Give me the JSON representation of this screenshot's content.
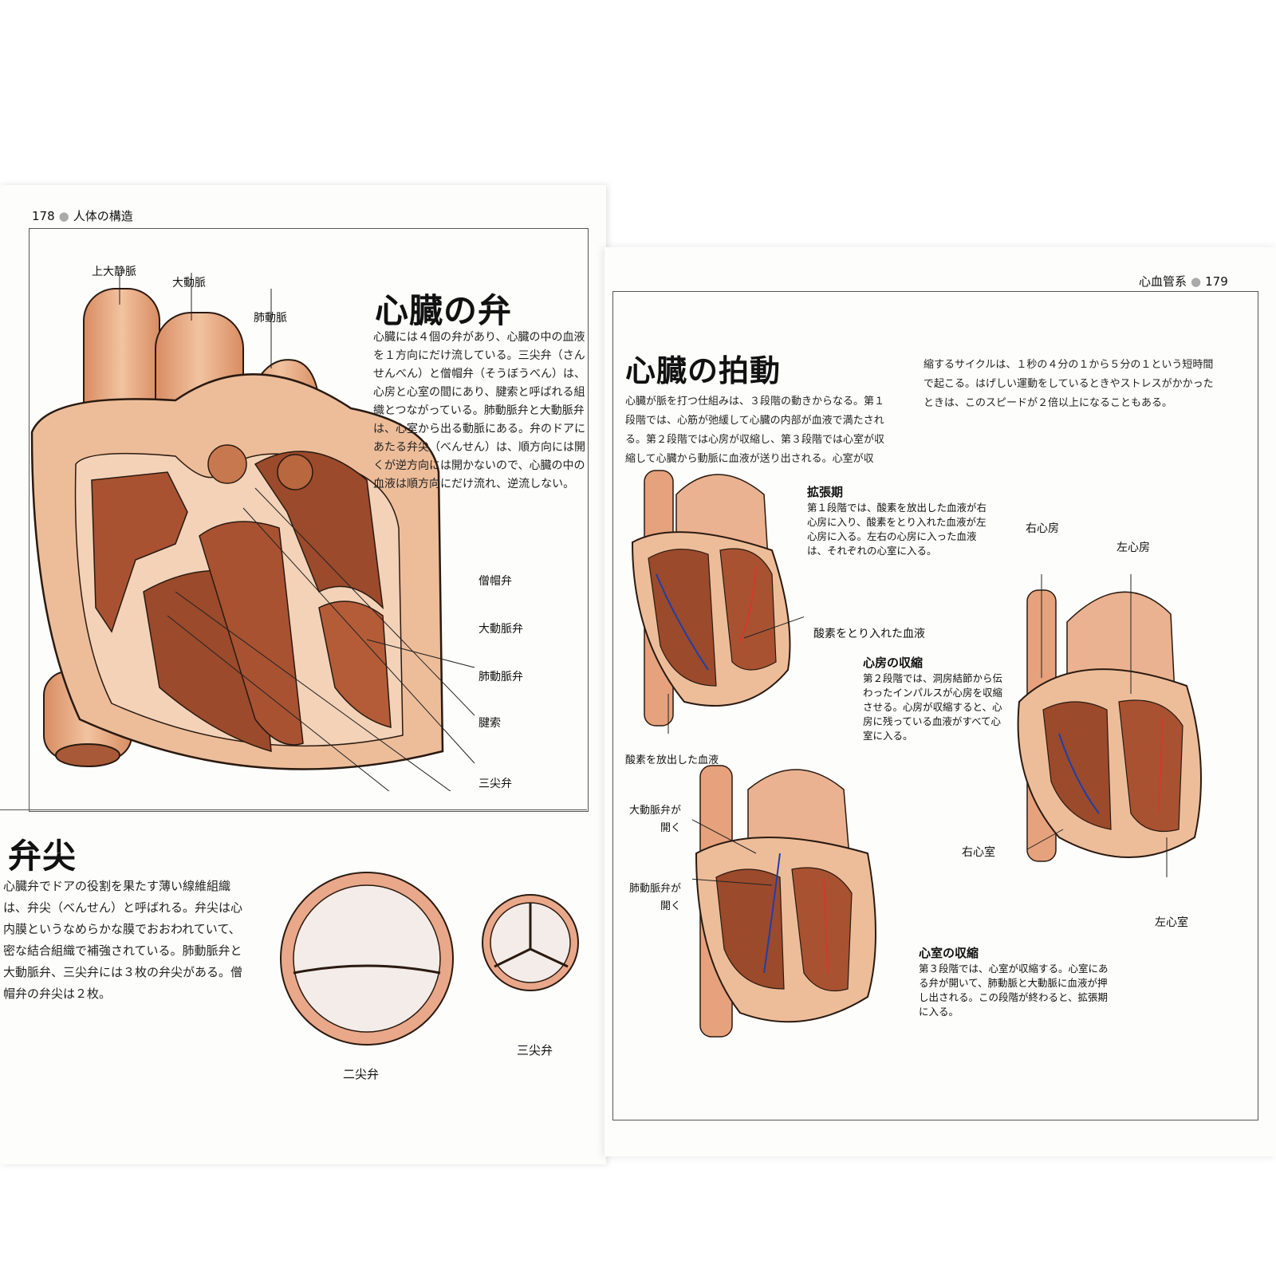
{
  "left": {
    "running_head": {
      "page": "178",
      "section": "人体の構造"
    },
    "valves": {
      "title": "心臓の弁",
      "body": "心臓には４個の弁があり、心臓の中の血液を１方向にだけ流している。三尖弁（さんせんべん）と僧帽弁（そうぼうべん）は、心房と心室の間にあり、腱索と呼ばれる組織とつながっている。肺動脈弁と大動脈弁は、心室から出る動脈にある。弁のドアにあたる弁尖（べんせん）は、順方向には開くが逆方向には開かないので、心臓の中の血液は順方向にだけ流れ、逆流しない。"
    },
    "heart_labels": [
      "上大静脈",
      "大動脈",
      "肺動脈",
      "僧帽弁",
      "大動脈弁",
      "肺動脈弁",
      "腱索",
      "三尖弁"
    ],
    "cusps": {
      "title": "弁尖",
      "body": "心臓弁でドアの役割を果たす薄い線維組織は、弁尖（べんせん）と呼ばれる。弁尖は心内膜というなめらかな膜でおおわれていて、密な結合組織で補強されている。肺動脈弁と大動脈弁、三尖弁には３枚の弁尖がある。僧帽弁の弁尖は２枚。",
      "label_bicuspid": "二尖弁",
      "label_tricuspid": "三尖弁"
    }
  },
  "right": {
    "running_head": {
      "section": "心血管系",
      "page": "179"
    },
    "heartbeat": {
      "title": "心臓の拍動",
      "body_col1": "心臓が脈を打つ仕組みは、３段階の動きからなる。第１段階では、心筋が弛緩して心臓の内部が血液で満たされる。第２段階では心房が収縮し、第３段階では心室が収縮して心臓から動脈に血液が送り出される。心室が収",
      "body_col2": "縮するサイクルは、１秒の４分の１から５分の１という短時間で起こる。はげしい運動をしているときやストレスがかかったときは、このスピードが２倍以上になることもある。"
    },
    "diastole": {
      "title": "拡張期",
      "text": "第１段階では、酸素を放出した血液が右心房に入り、酸素をとり入れた血液が左心房に入る。左右の心房に入った血液は、それぞれの心室に入る。"
    },
    "atrial": {
      "title": "心房の収縮",
      "text": "第２段階では、洞房結節から伝わったインパルスが心房を収縮させる。心房が収縮すると、心房に残っている血液がすべて心室に入る。"
    },
    "ventricular": {
      "title": "心室の収縮",
      "text": "第３段階では、心室が収縮する。心室にある弁が開いて、肺動脈と大動脈に血液が押し出される。この段階が終わると、拡張期に入る。"
    },
    "labels": {
      "oxygenated": "酸素をとり入れた血液",
      "deoxygenated": "酸素を放出した血液",
      "right_atrium": "右心房",
      "left_atrium": "左心房",
      "right_ventricle": "右心室",
      "left_ventricle": "左心室",
      "aortic_open": [
        "大動脈弁が",
        "開く"
      ],
      "pulmonary_open": [
        "肺動脈弁が",
        "開く"
      ]
    }
  },
  "colors": {
    "flesh": "#e9b08c",
    "flesh_dark": "#c9825c",
    "muscle": "#9b4a2c",
    "cavity": "#b86a45",
    "blue_arrow": "#1e3fa8",
    "red_arrow": "#d23a2a"
  }
}
